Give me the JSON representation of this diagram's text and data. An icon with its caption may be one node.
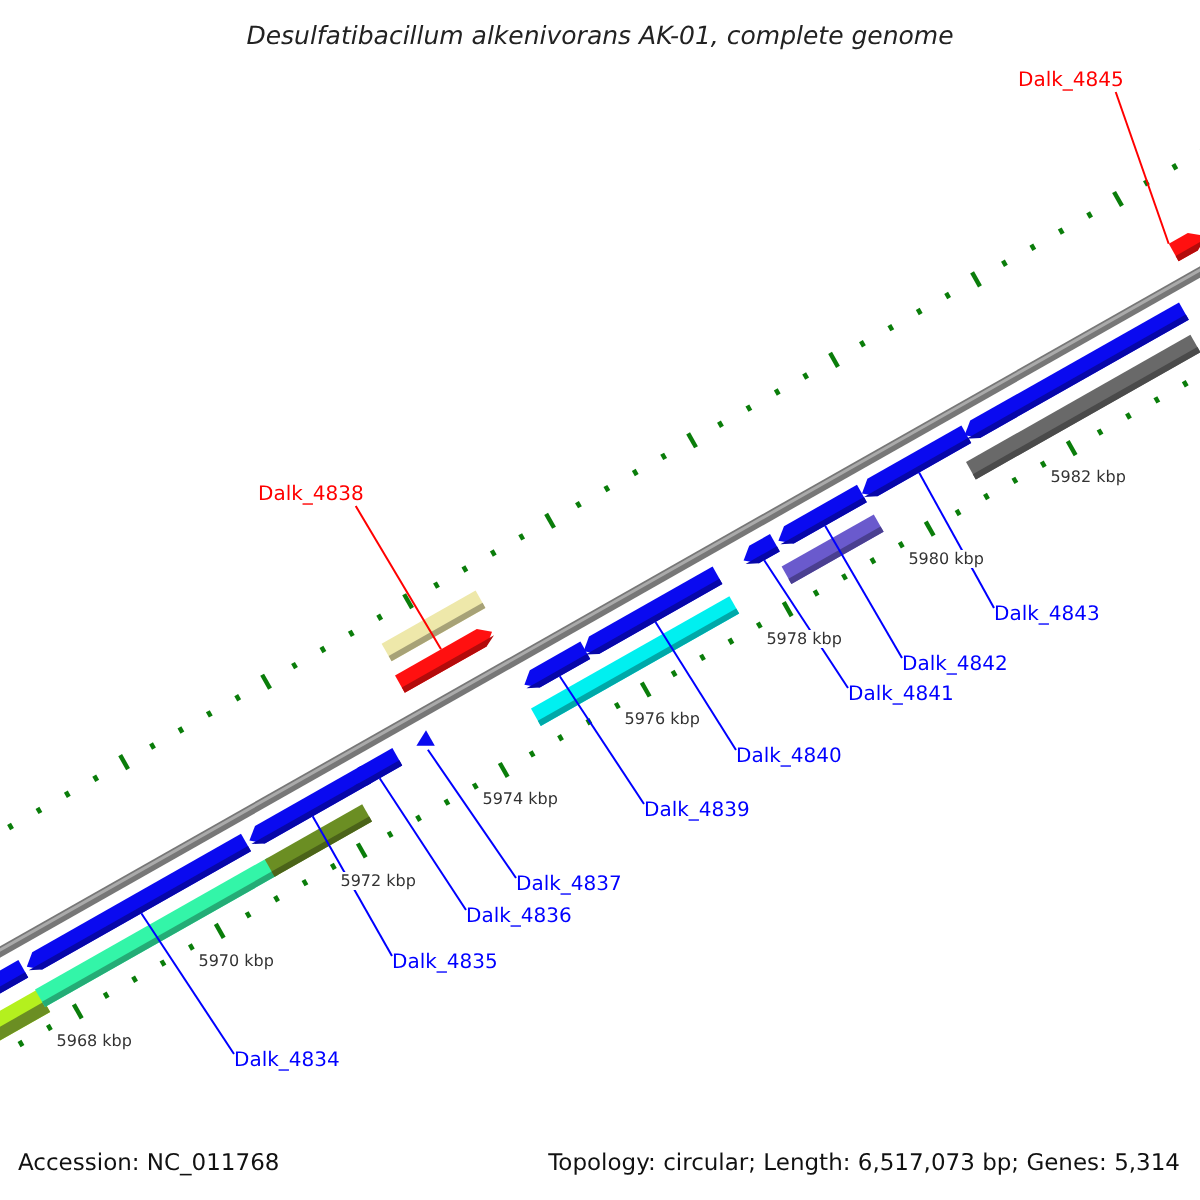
{
  "diagram": {
    "title": "Desulfatibacillum alkenivorans AK-01, complete genome",
    "nodes": [
      {
        "text": [
          "Dalk_4845"
        ]
      },
      {
        "text": [
          "Dalk_4838"
        ]
      },
      {
        "text": [
          "Dalk_4843"
        ]
      },
      {
        "text": [
          "Dalk_4842"
        ]
      },
      {
        "text": [
          "Dalk_4841"
        ]
      },
      {
        "text": [
          "Dalk_4840"
        ]
      },
      {
        "text": [
          "Dalk_4839"
        ]
      },
      {
        "text": [
          "Dalk_4837"
        ]
      },
      {
        "text": [
          "Dalk_4836"
        ]
      },
      {
        "text": [
          "Dalk_4835"
        ]
      },
      {
        "text": [
          "Dalk_4834"
        ]
      },
      {
        "text": [],
        "shape": "pentagon"
      },
      {
        "text": [],
        "shape": "bar"
      },
      {
        "text": [],
        "shape": "pentagon"
      },
      {
        "text": [],
        "shape": "bar"
      },
      {
        "text": [],
        "shape": "pentagon"
      },
      {
        "text": [],
        "shape": "bar"
      },
      {
        "text": [],
        "shape": "pentagon"
      },
      {
        "text": [],
        "shape": "triangle"
      },
      {
        "text": [],
        "shape": "bar"
      },
      {
        "text": [],
        "shape": "pentagon"
      },
      {
        "text": [],
        "shape": "pentagon"
      },
      {
        "text": [],
        "shape": "pentagon"
      },
      {
        "text": [],
        "shape": "bar"
      },
      {
        "text": [],
        "shape": "pentagon"
      },
      {
        "text": [],
        "shape": "pentagon"
      },
      {
        "text": [],
        "shape": "bar"
      },
      {
        "text": [],
        "shape": "pentagon"
      },
      {
        "text": [],
        "shape": "pentagon"
      },
      {
        "text": [],
        "shape": "bar"
      },
      {
        "text": [],
        "shape": "pentagon"
      }
    ],
    "edges": [
      {
        "from": 0,
        "to": 30,
        "arrow": "none",
        "color": "#ff0000"
      },
      {
        "from": 1,
        "to": 20,
        "arrow": "none",
        "color": "#ff0000"
      },
      {
        "from": 2,
        "to": 27,
        "arrow": "none"
      },
      {
        "from": 3,
        "to": 25,
        "arrow": "none"
      },
      {
        "from": 4,
        "to": 24,
        "arrow": "none"
      },
      {
        "from": 5,
        "to": 22,
        "arrow": "none"
      },
      {
        "from": 6,
        "to": 21,
        "arrow": "none"
      },
      {
        "from": 7,
        "to": 18,
        "arrow": "none"
      },
      {
        "from": 8,
        "to": 17,
        "arrow": "none"
      },
      {
        "from": 9,
        "to": 15,
        "arrow": "none"
      },
      {
        "from": 10,
        "to": 13,
        "arrow": "none"
      }
    ],
    "labels": [
      "5968 kbp",
      "5970 kbp",
      "5972 kbp",
      "5974 kbp",
      "5976 kbp",
      "5978 kbp",
      "5980 kbp",
      "5982 kbp",
      "Accession: NC_011768",
      "Topology: circular; Length: 6,517,073 bp; Genes: 5,314"
    ]
  }
}
